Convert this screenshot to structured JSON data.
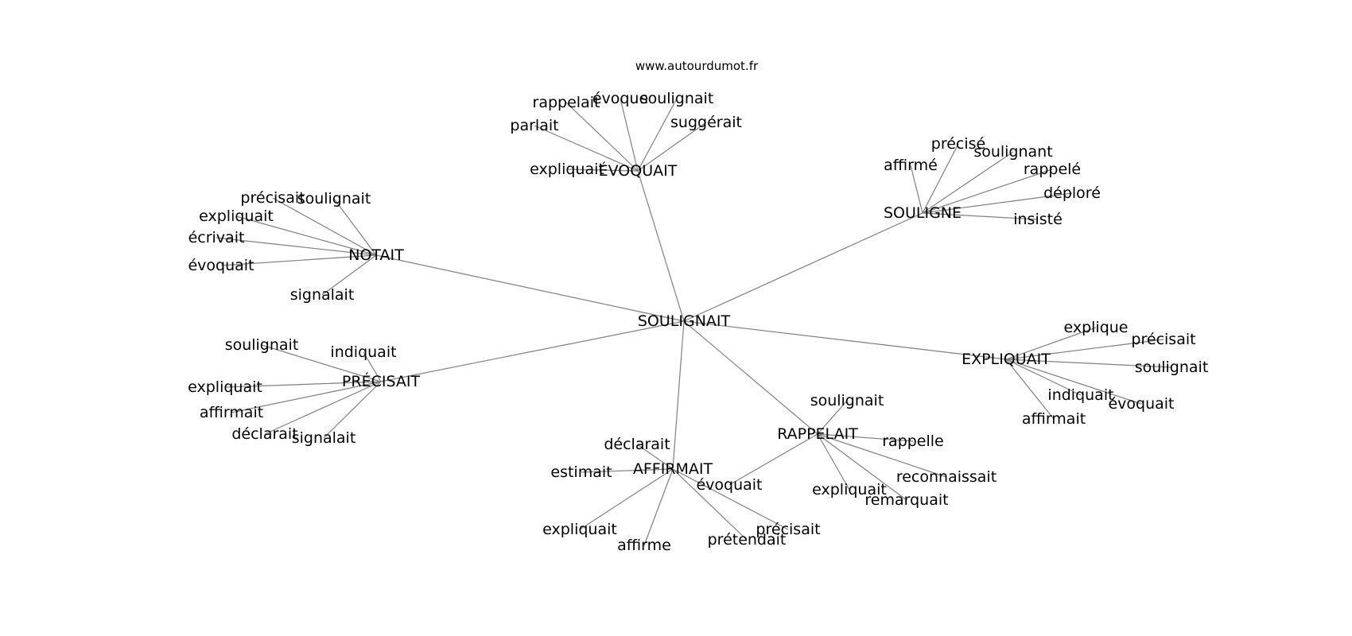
{
  "site": "www.autourdumot.fr",
  "center": "SOULIGNAIT",
  "clusters": [
    {
      "label": "ÉVOQUAIT",
      "words": [
        "rappelait",
        "évoque",
        "soulignait",
        "suggérait",
        "parlait",
        "expliquait"
      ]
    },
    {
      "label": "NOTAIT",
      "words": [
        "précisait",
        "soulignait",
        "expliquait",
        "écrivait",
        "évoquait",
        "signalait"
      ]
    },
    {
      "label": "SOULIGNE",
      "words": [
        "affirmé",
        "précisé",
        "soulignant",
        "rappelé",
        "déploré",
        "insisté"
      ]
    },
    {
      "label": "PRÉCISAIT",
      "words": [
        "soulignait",
        "indiquait",
        "expliquait",
        "affirmait",
        "déclarait",
        "signalait"
      ]
    },
    {
      "label": "EXPLIQUAIT",
      "words": [
        "explique",
        "précisait",
        "soulignait",
        "indiquait",
        "évoquait",
        "affirmait"
      ]
    },
    {
      "label": "RAPPELAIT",
      "words": [
        "soulignait",
        "rappelle",
        "reconnaissait",
        "remarquait",
        "expliquait",
        "évoquait"
      ]
    },
    {
      "label": "AFFIRMAIT",
      "words": [
        "déclarait",
        "estimait",
        "expliquait",
        "affirme",
        "prétendait",
        "précisait"
      ]
    }
  ]
}
